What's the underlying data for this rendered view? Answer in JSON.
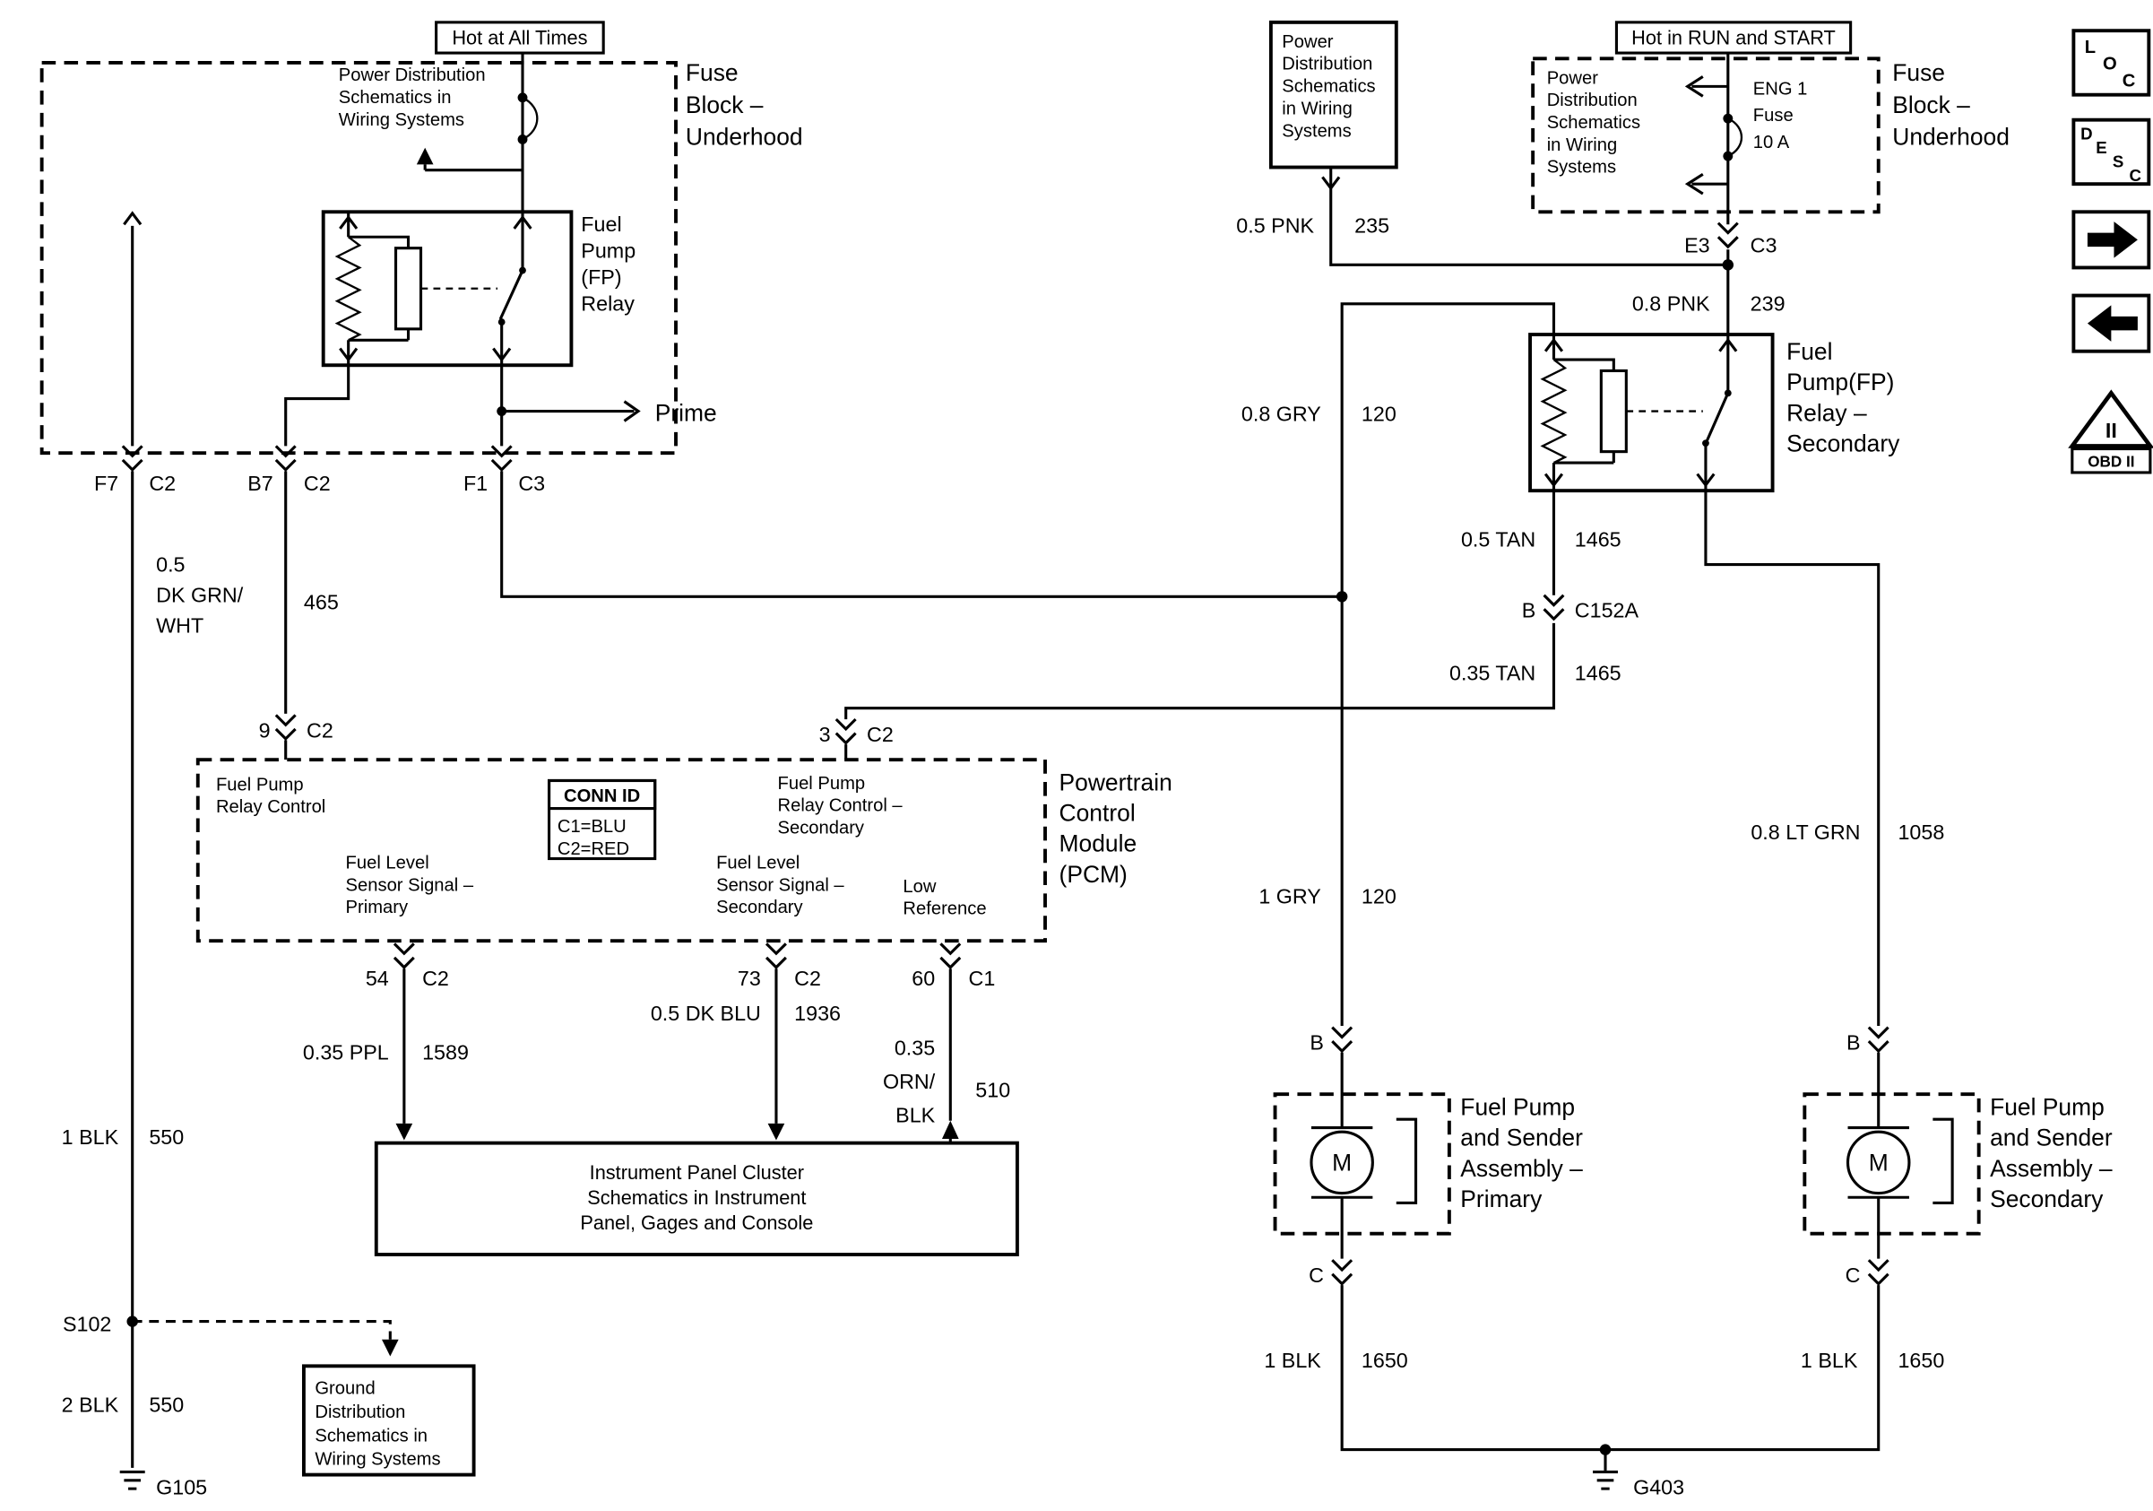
{
  "colors": {
    "line": "#000000",
    "background": "#ffffff"
  },
  "banners": {
    "hot_at_all_times": "Hot at All Times",
    "hot_in_run_and_start": "Hot in RUN and START"
  },
  "fuse_block_left": {
    "ref": "Power Distribution\nSchematics in\nWiring Systems",
    "title": "Fuse\nBlock –\nUnderhood",
    "relay": "Fuel\nPump\n(FP)\nRelay",
    "prime": "Prime"
  },
  "power_dist_box": {
    "ref": "Power\nDistribution\nSchematics\nin Wiring\nSystems"
  },
  "fuse_block_right": {
    "ref": "Power\nDistribution\nSchematics\nin Wiring\nSystems",
    "fuse": "ENG 1\nFuse\n10 A",
    "title": "Fuse\nBlock –\nUnderhood"
  },
  "relay_secondary": {
    "label": "Fuel\nPump(FP)\nRelay –\nSecondary"
  },
  "pcm": {
    "title": "Powertrain\nControl\nModule\n(PCM)",
    "pin_fp_relay": "Fuel Pump\nRelay Control",
    "pin_fp_relay_sec": "Fuel Pump\nRelay Control –\nSecondary",
    "pin_fl_primary": "Fuel Level\nSensor Signal –\nPrimary",
    "pin_fl_secondary": "Fuel Level\nSensor Signal –\nSecondary",
    "pin_low_ref": "Low\nReference",
    "conn_id": {
      "header": "CONN ID",
      "row1": "C1=BLU",
      "row2": "C2=RED"
    }
  },
  "cluster_box": {
    "ref": "Instrument Panel Cluster\nSchematics in Instrument\nPanel, Gages and Console"
  },
  "ground_box": {
    "ref": "Ground\nDistribution\nSchematics in\nWiring Systems"
  },
  "pumps": {
    "primary": "Fuel Pump\nand Sender\nAssembly –\nPrimary",
    "secondary": "Fuel Pump\nand Sender\nAssembly –\nSecondary",
    "motor": "M"
  },
  "connectors": {
    "f7": {
      "pin": "F7",
      "conn": "C2"
    },
    "b7": {
      "pin": "B7",
      "conn": "C2"
    },
    "f1": {
      "pin": "F1",
      "conn": "C3"
    },
    "e3": {
      "pin": "E3",
      "conn": "C3"
    },
    "pcm9": {
      "pin": "9",
      "conn": "C2"
    },
    "pcm3": {
      "pin": "3",
      "conn": "C2"
    },
    "pcm54": {
      "pin": "54",
      "conn": "C2"
    },
    "pcm73": {
      "pin": "73",
      "conn": "C2"
    },
    "pcm60": {
      "pin": "60",
      "conn": "C1"
    },
    "c152a": {
      "pin": "B",
      "conn": "C152A"
    },
    "pump_primary_b": "B",
    "pump_primary_c": "C",
    "pump_secondary_b": "B",
    "pump_secondary_c": "C"
  },
  "wires": {
    "dk_grn_wht": {
      "label": "0.5\nDK GRN/\nWHT",
      "circuit": "465"
    },
    "pnk_235": {
      "label": "0.5 PNK",
      "circuit": "235"
    },
    "pnk_239": {
      "label": "0.8 PNK",
      "circuit": "239"
    },
    "gry_08": {
      "label": "0.8 GRY",
      "circuit": "120"
    },
    "gry_1": {
      "label": "1 GRY",
      "circuit": "120"
    },
    "tan_05": {
      "label": "0.5 TAN",
      "circuit": "1465"
    },
    "tan_035": {
      "label": "0.35 TAN",
      "circuit": "1465"
    },
    "lt_grn": {
      "label": "0.8 LT GRN",
      "circuit": "1058"
    },
    "ppl": {
      "label": "0.35 PPL",
      "circuit": "1589"
    },
    "dk_blu": {
      "label": "0.5 DK BLU",
      "circuit": "1936"
    },
    "orn_blk": {
      "label": "0.35\nORN/\nBLK",
      "circuit": "510"
    },
    "blk_550_upper": {
      "label": "1 BLK",
      "circuit": "550"
    },
    "blk_550_lower": {
      "label": "2 BLK",
      "circuit": "550"
    },
    "blk_1650_primary": {
      "label": "1 BLK",
      "circuit": "1650"
    },
    "blk_1650_secondary": {
      "label": "1 BLK",
      "circuit": "1650"
    }
  },
  "grounds": {
    "g105": "G105",
    "g403": "G403",
    "splice": "S102"
  },
  "legend": {
    "loc": {
      "l1": "L",
      "l2": "O",
      "l3": "C"
    },
    "desc": {
      "l1": "D",
      "l2": "E",
      "l3": "S",
      "l4": "C"
    },
    "obd": {
      "mark": "II",
      "label": "OBD II"
    }
  }
}
